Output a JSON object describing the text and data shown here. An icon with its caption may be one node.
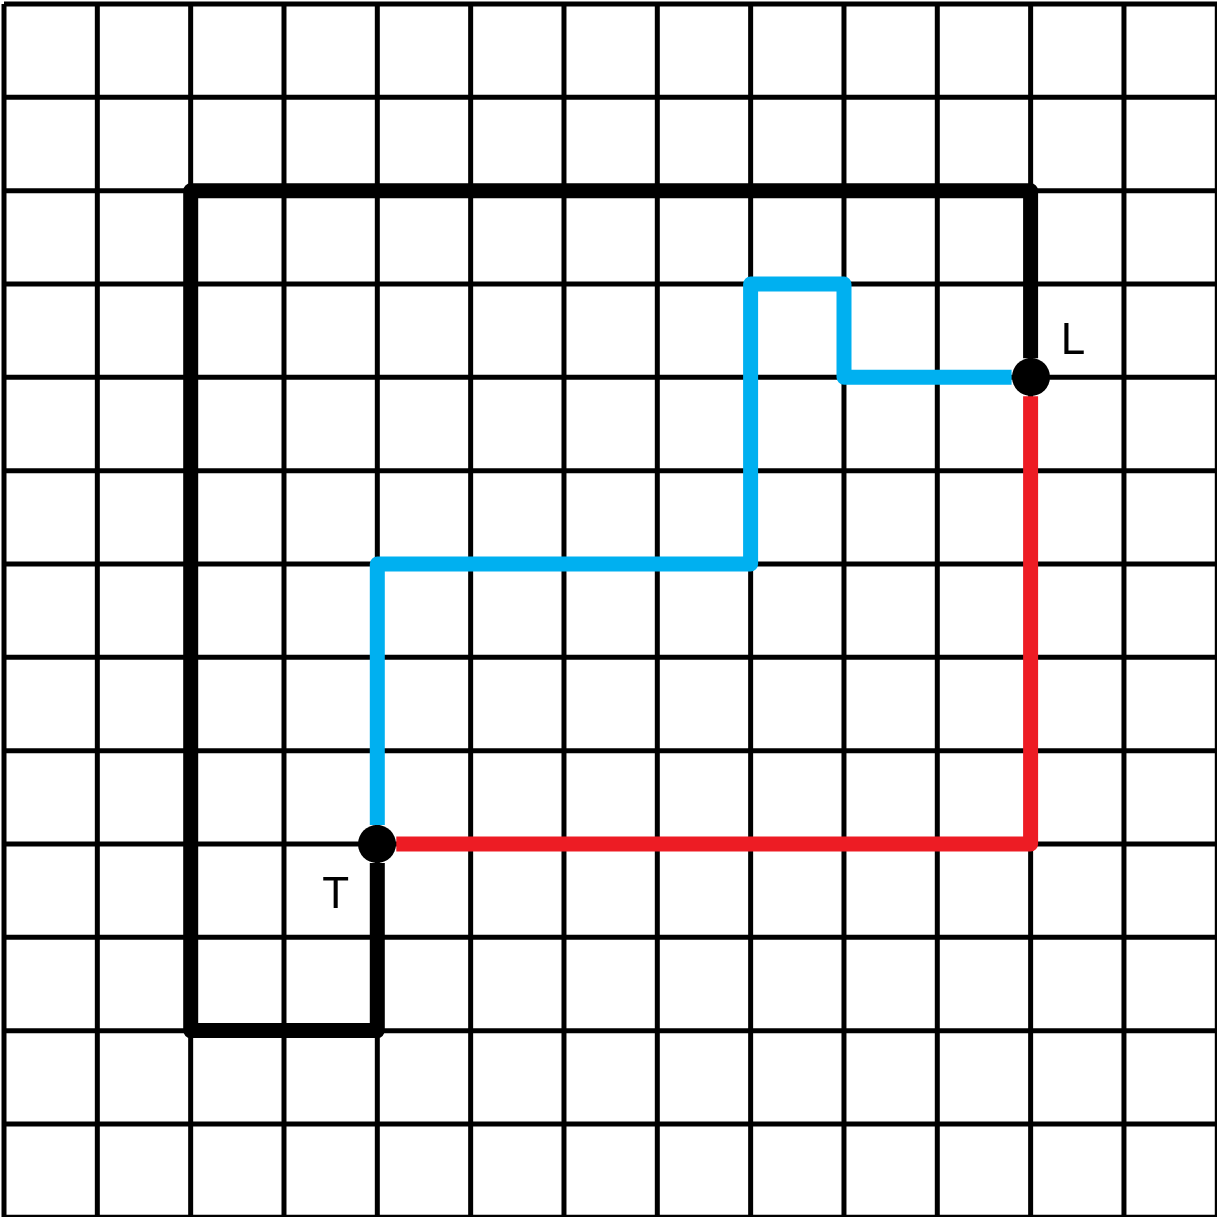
{
  "diagram": {
    "nodes": [
      {
        "text": [],
        "shape": "circle",
        "beside": [
          "T"
        ]
      },
      {
        "text": [],
        "shape": "circle",
        "beside": [
          "L"
        ]
      }
    ],
    "edges": [
      {
        "from": 0,
        "to": 1,
        "arrow": "none",
        "color": "#000000"
      },
      {
        "from": 0,
        "to": 1,
        "arrow": "none",
        "color": "#00b0f0"
      },
      {
        "from": 0,
        "to": 1,
        "arrow": "none",
        "color": "#ed1c24"
      }
    ]
  }
}
